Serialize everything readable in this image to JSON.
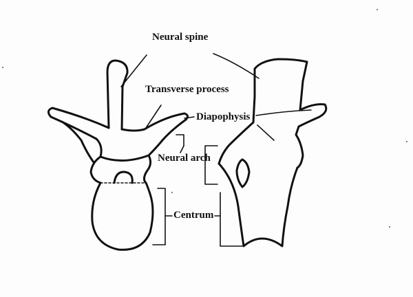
{
  "labels": {
    "neural_spine": "Neural spine",
    "transverse_process": "Transverse process",
    "diapophysis": "Diapophysis",
    "neural_arch": "Neural arch",
    "centrum": "Centrum"
  },
  "colors": {
    "ink": "#111111",
    "paper": "#fdfdfd"
  }
}
